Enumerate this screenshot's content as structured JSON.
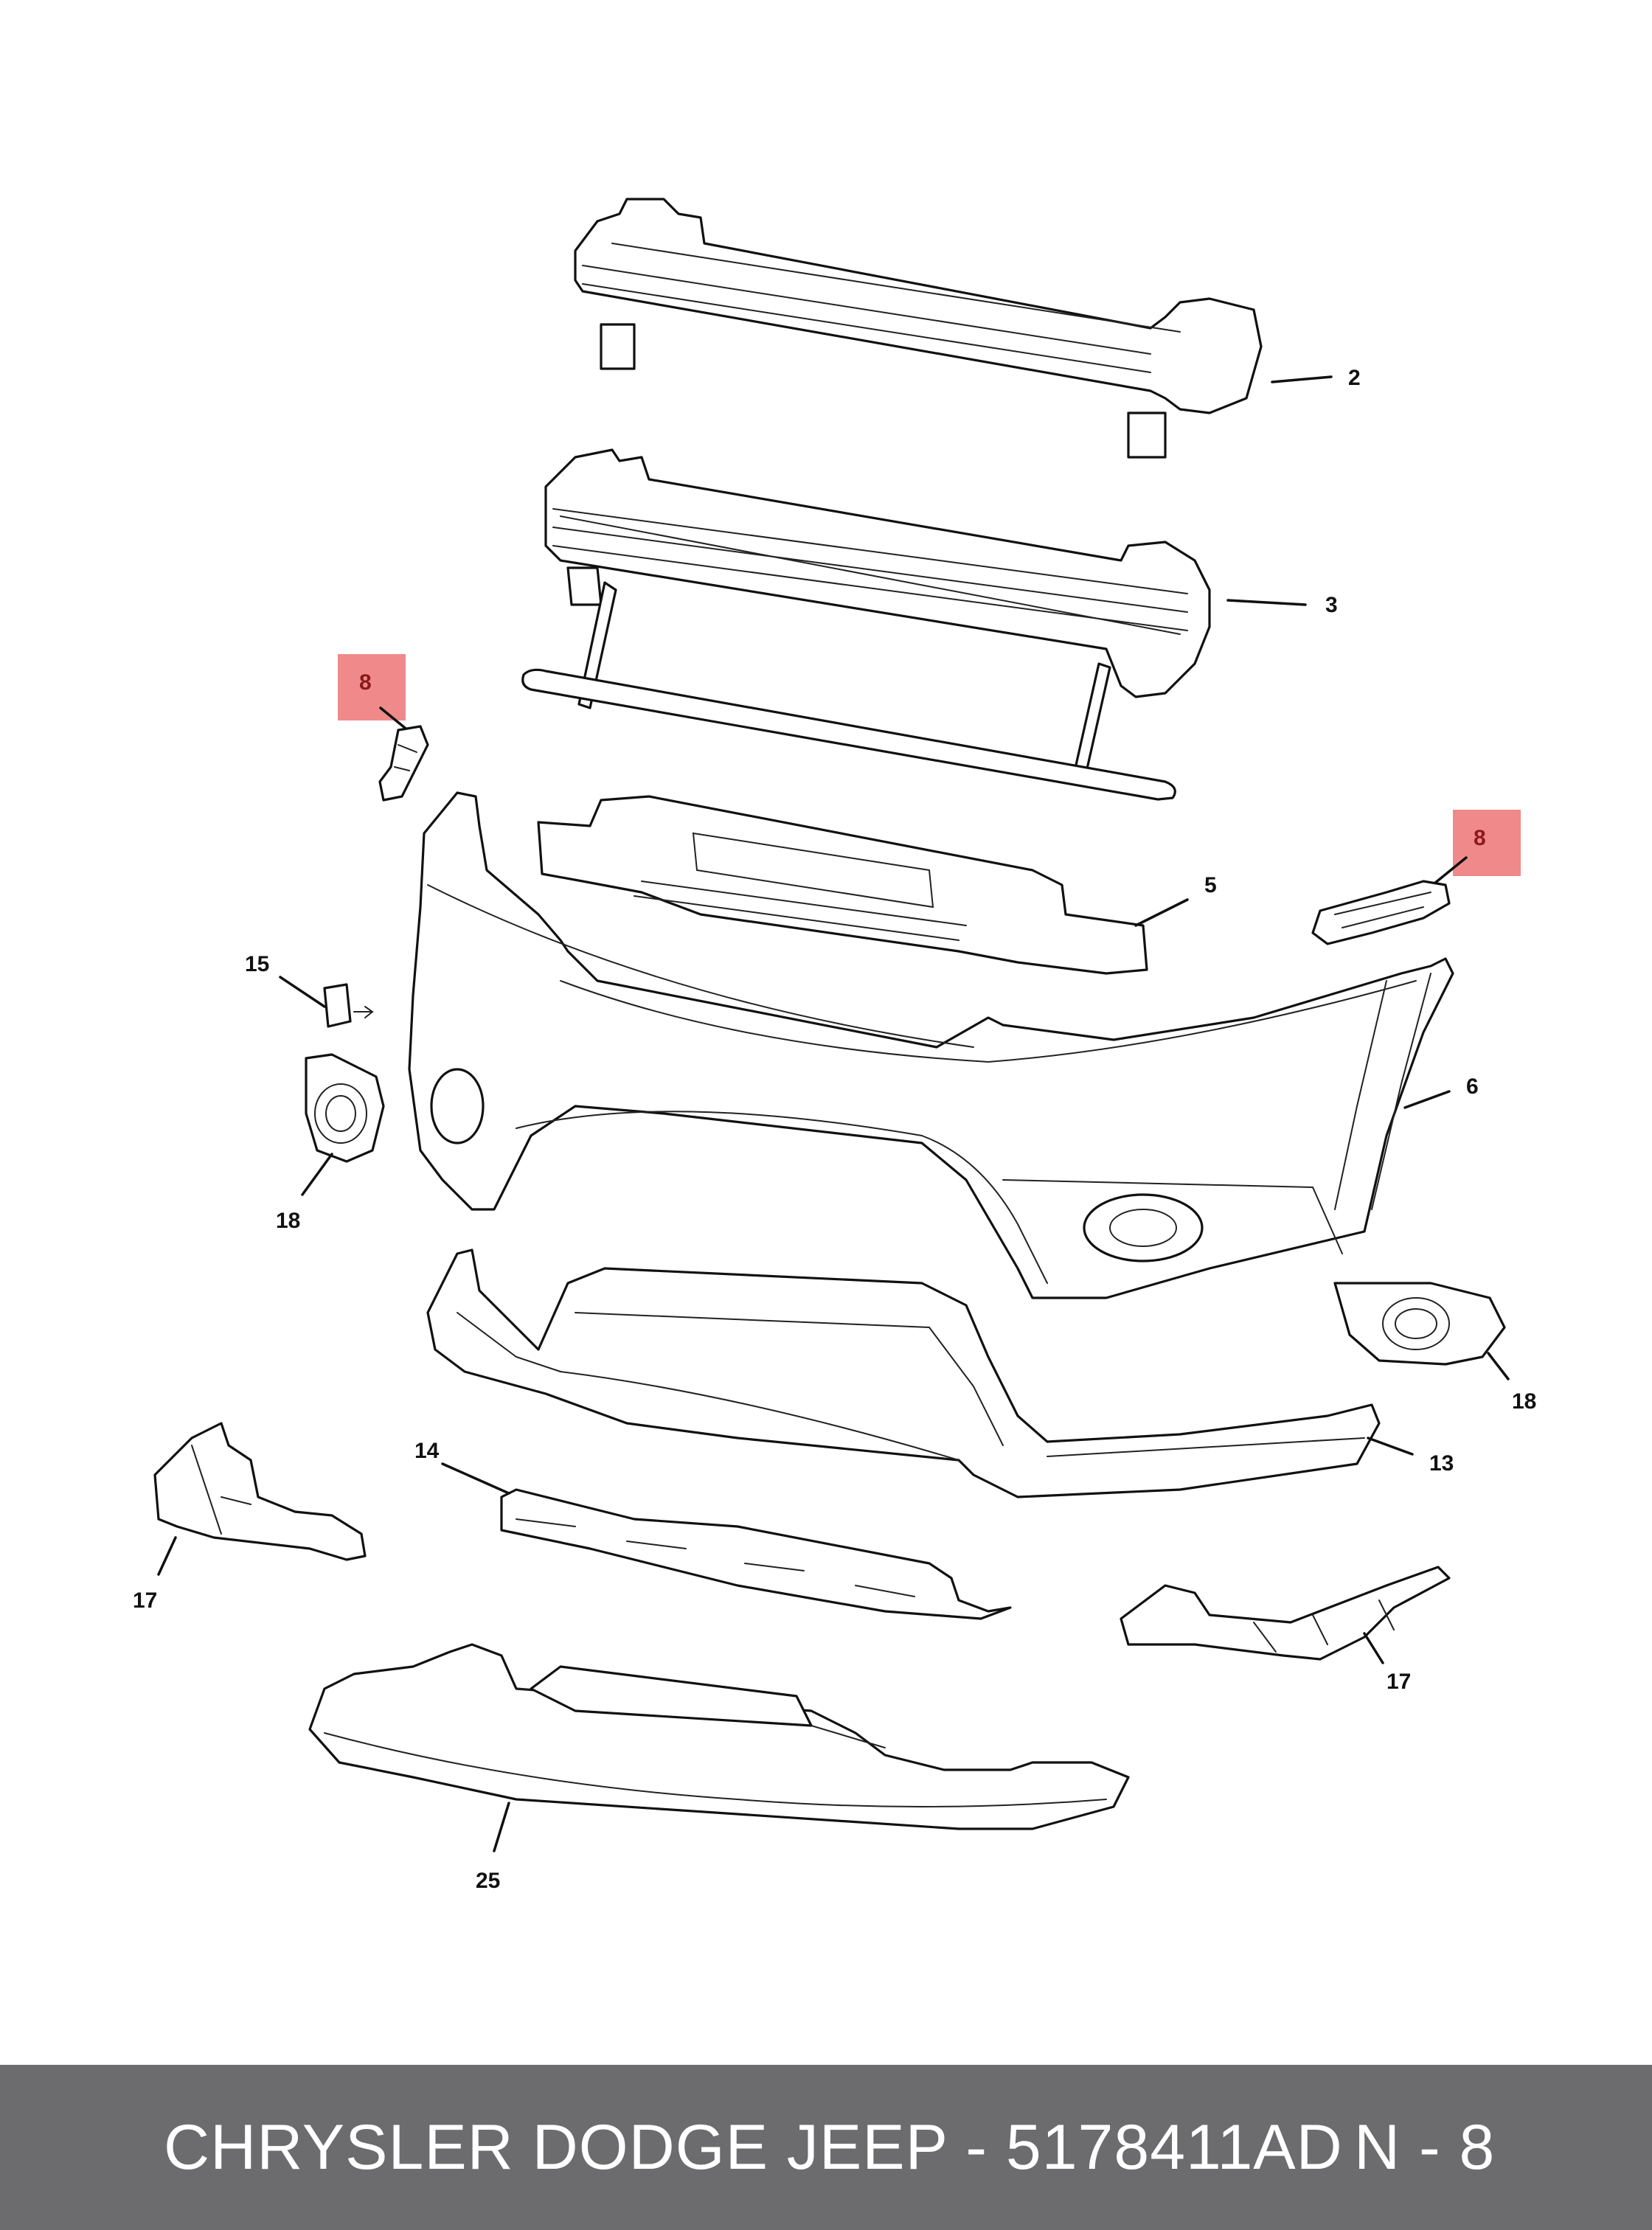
{
  "diagram": {
    "callouts": {
      "c2": "2",
      "c3": "3",
      "c5": "5",
      "c6": "6",
      "c8_left": "8",
      "c8_right": "8",
      "c13": "13",
      "c14": "14",
      "c15": "15",
      "c17_left": "17",
      "c17_right": "17",
      "c18_left": "18",
      "c18_right": "18",
      "c25": "25"
    },
    "highlighted_part": "8",
    "highlight_color": "#f08a8a"
  },
  "footer": {
    "part_code": "CHRYSLER DODGE JEEP - 5178411AD",
    "ref": "N - 8",
    "background": "#6c6c6e"
  }
}
